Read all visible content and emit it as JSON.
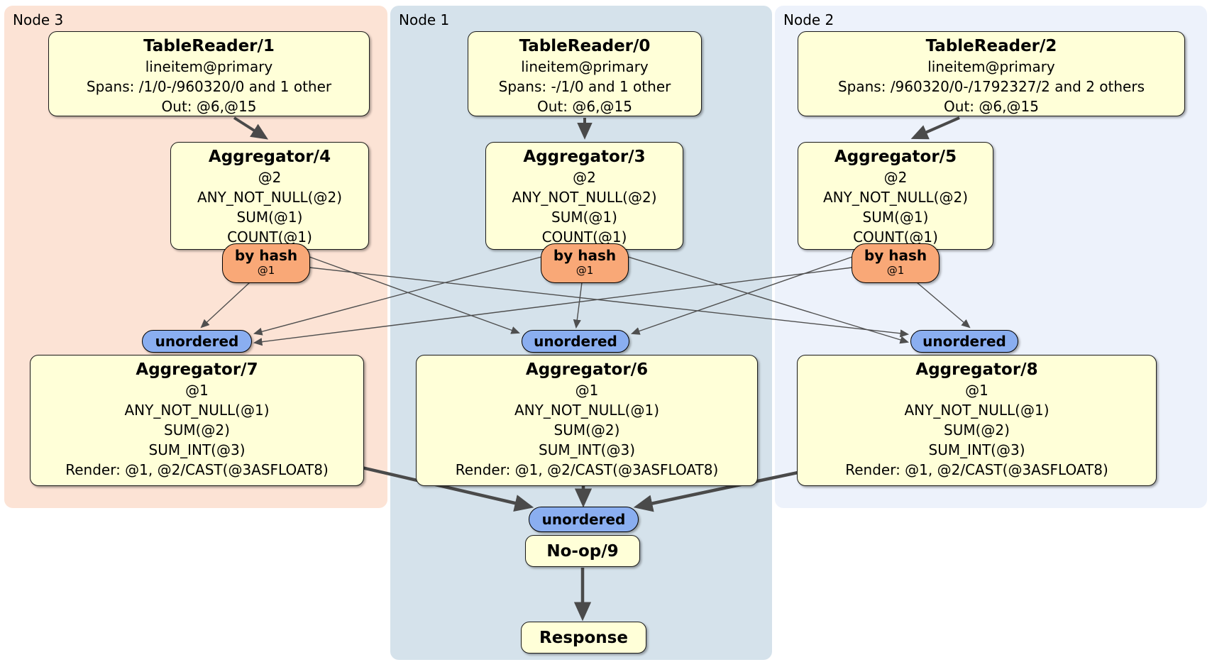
{
  "regions": {
    "node3": {
      "label": "Node 3"
    },
    "node1": {
      "label": "Node 1"
    },
    "node2": {
      "label": "Node 2"
    }
  },
  "processors": {
    "tablereader_1": {
      "title": "TableReader/1",
      "lines": [
        "lineitem@primary",
        "Spans: /1/0-/960320/0 and 1 other",
        "Out: @6,@15"
      ]
    },
    "tablereader_0": {
      "title": "TableReader/0",
      "lines": [
        "lineitem@primary",
        "Spans: -/1/0 and 1 other",
        "Out: @6,@15"
      ]
    },
    "tablereader_2": {
      "title": "TableReader/2",
      "lines": [
        "lineitem@primary",
        "Spans: /960320/0-/1792327/2 and 2 others",
        "Out: @6,@15"
      ]
    },
    "aggregator_4": {
      "title": "Aggregator/4",
      "lines": [
        "@2",
        "ANY_NOT_NULL(@2)",
        "SUM(@1)",
        "COUNT(@1)"
      ]
    },
    "aggregator_3": {
      "title": "Aggregator/3",
      "lines": [
        "@2",
        "ANY_NOT_NULL(@2)",
        "SUM(@1)",
        "COUNT(@1)"
      ]
    },
    "aggregator_5": {
      "title": "Aggregator/5",
      "lines": [
        "@2",
        "ANY_NOT_NULL(@2)",
        "SUM(@1)",
        "COUNT(@1)"
      ]
    },
    "aggregator_7": {
      "title": "Aggregator/7",
      "lines": [
        "@1",
        "ANY_NOT_NULL(@1)",
        "SUM(@2)",
        "SUM_INT(@3)",
        "Render: @1, @2/CAST(@3ASFLOAT8)"
      ]
    },
    "aggregator_6": {
      "title": "Aggregator/6",
      "lines": [
        "@1",
        "ANY_NOT_NULL(@1)",
        "SUM(@2)",
        "SUM_INT(@3)",
        "Render: @1, @2/CAST(@3ASFLOAT8)"
      ]
    },
    "aggregator_8": {
      "title": "Aggregator/8",
      "lines": [
        "@1",
        "ANY_NOT_NULL(@1)",
        "SUM(@2)",
        "SUM_INT(@3)",
        "Render: @1, @2/CAST(@3ASFLOAT8)"
      ]
    },
    "noop_9": {
      "title": "No-op/9"
    },
    "response": {
      "title": "Response"
    }
  },
  "routers": {
    "by_hash": {
      "label": "by hash",
      "key": "@1"
    },
    "unordered": {
      "label": "unordered"
    }
  },
  "colors": {
    "node3_bg": "#fce3d5",
    "node1_bg": "#d5e2eb",
    "node2_bg": "#edf2fb",
    "box_fill": "#ffffd8",
    "box_border": "#1a1a1a",
    "hash_fill": "#f9a877",
    "unordered_fill": "#8aaef0",
    "edge_thin": "#4f4f4f",
    "edge_thick": "#4a4a4a"
  }
}
